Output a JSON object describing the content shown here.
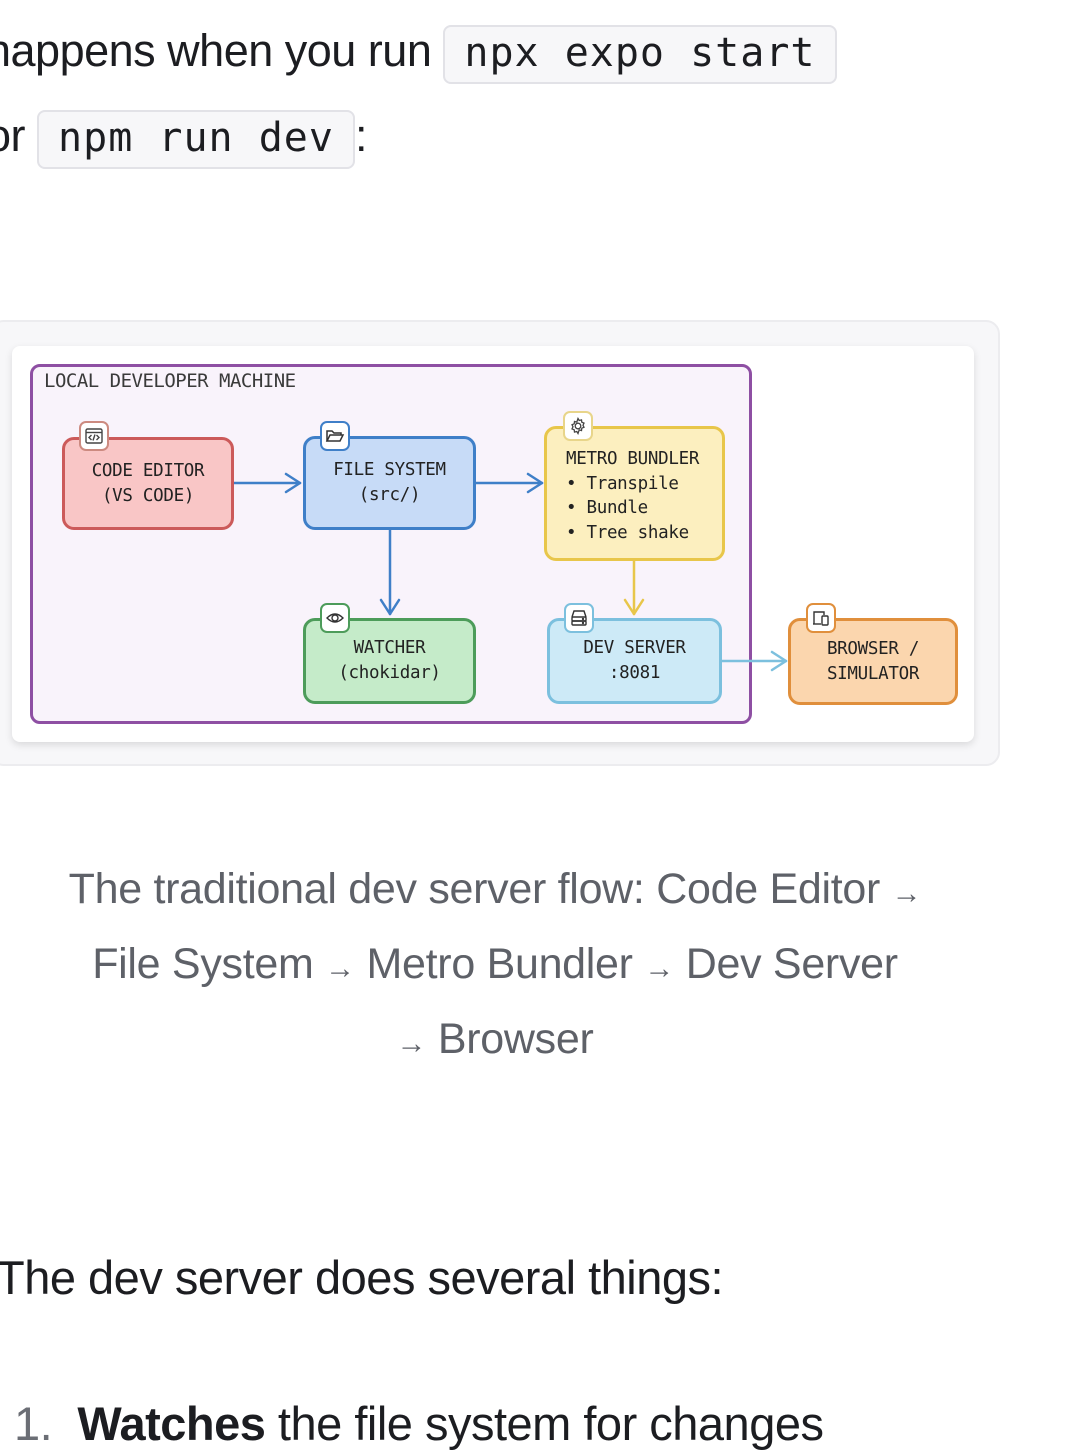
{
  "intro": {
    "line1_text": "happens when you run",
    "line1_code": "npx expo start",
    "line2_prefix": "or",
    "line2_code": "npm run dev",
    "line2_suffix": ":"
  },
  "diagram": {
    "group_label": "LOCAL DEVELOPER MACHINE",
    "nodes": [
      {
        "id": "code-editor",
        "title": "CODE EDITOR",
        "subtitle": "(VS CODE)",
        "icon": "code-window-icon",
        "fill": "#f9c6c6",
        "stroke": "#cc5a5a"
      },
      {
        "id": "file-system",
        "title": "FILE SYSTEM",
        "subtitle": "(src/)",
        "icon": "folder-icon",
        "fill": "#c7dbf7",
        "stroke": "#3f7fc8"
      },
      {
        "id": "metro-bundler",
        "title": "METRO BUNDLER",
        "bullets": [
          "• Transpile",
          "• Bundle",
          "• Tree shake"
        ],
        "icon": "gear-icon",
        "fill": "#fcefbf",
        "stroke": "#e8c64a"
      },
      {
        "id": "watcher",
        "title": "WATCHER",
        "subtitle": "(chokidar)",
        "icon": "eye-icon",
        "fill": "#c5ebc9",
        "stroke": "#4d9c5a"
      },
      {
        "id": "dev-server",
        "title": "DEV SERVER",
        "subtitle": ":8081",
        "icon": "server-icon",
        "fill": "#cdeaf7",
        "stroke": "#7cc0de"
      },
      {
        "id": "browser-simulator",
        "title": "BROWSER /",
        "subtitle": "SIMULATOR",
        "icon": "devices-icon",
        "fill": "#fbd6ae",
        "stroke": "#e08f3c"
      }
    ],
    "edges": [
      {
        "from": "code-editor",
        "to": "file-system"
      },
      {
        "from": "file-system",
        "to": "metro-bundler"
      },
      {
        "from": "file-system",
        "to": "watcher"
      },
      {
        "from": "metro-bundler",
        "to": "dev-server"
      },
      {
        "from": "dev-server",
        "to": "browser-simulator"
      }
    ],
    "colors": {
      "group_border": "#8e4fa3",
      "group_fill": "#f9f3fb",
      "arrow_blue": "#3f7fc8",
      "arrow_yellow": "#e8c64a",
      "arrow_lightblue": "#7cc0de"
    }
  },
  "caption": {
    "line1": "The traditional dev server flow: Code Editor",
    "line2_a": "File System",
    "line2_b": "Metro Bundler",
    "line2_c": "Dev Server",
    "line3": "Browser",
    "arrow": "→"
  },
  "section": {
    "heading": "The dev server does several things:"
  },
  "list": {
    "items": [
      {
        "number": "1.",
        "bold": "Watches",
        "text": " the file system for changes"
      }
    ]
  }
}
